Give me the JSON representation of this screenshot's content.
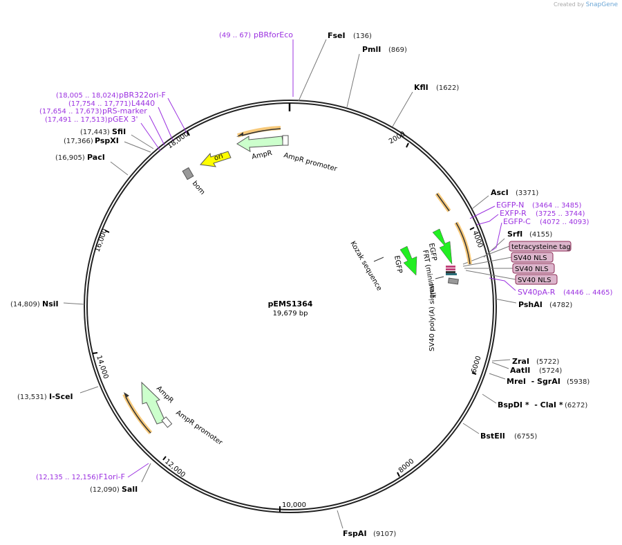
{
  "credit": {
    "prefix": "Created by",
    "brand": "SnapGene"
  },
  "plasmid": {
    "name": "pEMS1364",
    "length": "19,679 bp"
  },
  "ticks": [
    "2000",
    "4000",
    "6000",
    "8000",
    "10,000",
    "12,000",
    "14,000",
    "16,000",
    "18,000"
  ],
  "enzymes": [
    {
      "name": "FseI",
      "pos": "(136)"
    },
    {
      "name": "PmlI",
      "pos": "(869)"
    },
    {
      "name": "KflI",
      "pos": "(1622)"
    },
    {
      "name": "AscI",
      "pos": "(3371)"
    },
    {
      "name": "SrfI",
      "pos": "(4155)"
    },
    {
      "name": "PshAI",
      "pos": "(4782)"
    },
    {
      "name": "ZraI",
      "pos": "(5722)"
    },
    {
      "name": "AatII",
      "pos": "(5724)"
    },
    {
      "name": "MreI  - SgrAI",
      "pos": "(5938)"
    },
    {
      "name": "BspDI *  - ClaI *",
      "pos": "(6272)"
    },
    {
      "name": "BstEII",
      "pos": "(6755)"
    },
    {
      "name": "FspAI",
      "pos": "(9107)"
    },
    {
      "name": "SalI",
      "pos": "(12,090)"
    },
    {
      "name": "I-SceI",
      "pos": "(13,531)"
    },
    {
      "name": "NsiI",
      "pos": "(14,809)"
    },
    {
      "name": "PacI",
      "pos": "(16,905)"
    },
    {
      "name": "PspXI",
      "pos": "(17,366)"
    },
    {
      "name": "SfiI",
      "pos": "(17,443)"
    }
  ],
  "primers": [
    {
      "name": "pBRforEco",
      "range": "(49 .. 67)"
    },
    {
      "name": "pBR322ori-F",
      "range": "(18,005 .. 18,024)"
    },
    {
      "name": "L4440",
      "range": "(17,754 .. 17,771)"
    },
    {
      "name": "pRS-marker",
      "range": "(17,654 .. 17,673)"
    },
    {
      "name": "pGEX 3'",
      "range": "(17,491 .. 17,513)"
    },
    {
      "name": "F1ori-F",
      "range": "(12,135 .. 12,156)"
    },
    {
      "name": "EGFP-N",
      "range": "(3464 .. 3485)"
    },
    {
      "name": "EXFP-R",
      "range": "(3725 .. 3744)"
    },
    {
      "name": "EGFP-C",
      "range": "(4072 .. 4093)"
    },
    {
      "name": "SV40pA-R",
      "range": "(4446 .. 4465)"
    }
  ],
  "boxed_features": [
    "tetracysteine tag",
    "SV40 NLS",
    "SV40 NLS",
    "SV40 NLS"
  ],
  "features": {
    "ampr_top": "AmpR",
    "ampr_promoter_top": "AmpR promoter",
    "ori": "ori",
    "bom": "bom",
    "kozak": "Kozak sequence",
    "egfp1": "EGFP",
    "egfp2": "EGFP",
    "frt": "FRT (minimal)",
    "sv40pa": "SV40 poly(A) signal",
    "ampr_bottom": "AmpR",
    "ampr_promoter_bottom": "AmpR promoter"
  },
  "colors": {
    "primer": "#9b30e0",
    "cds": "#22ee22",
    "ampr": "#ccffcc",
    "ori": "#ffff00",
    "primer_bind": "#f7c97a"
  }
}
